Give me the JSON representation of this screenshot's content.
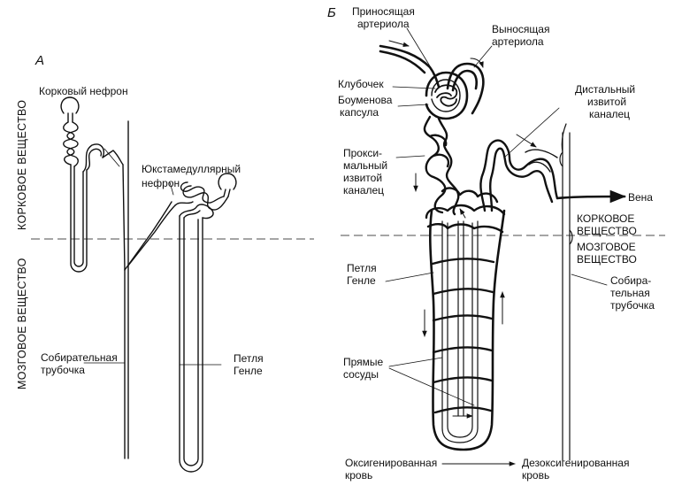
{
  "panel_a": {
    "letter": "А",
    "cortical_nephron": "Корковый нефрон",
    "juxta_line1": "Юкстамедуллярный",
    "juxta_line2": "нефрон",
    "cortex_vertical": "КОРКОВОЕ ВЕЩЕСТВО",
    "medulla_vertical": "МОЗГОВОЕ ВЕЩЕСТВО",
    "collecting_line1": "Собирательная",
    "collecting_line2": "трубочка",
    "loop_line1": "Петля",
    "loop_line2": "Генле"
  },
  "panel_b": {
    "letter": "Б",
    "afferent_line1": "Приносящая",
    "afferent_line2": "артериола",
    "efferent_line1": "Выносящая",
    "efferent_line2": "артериола",
    "glomerulus": "Клубочек",
    "bowman_line1": "Боуменова",
    "bowman_line2": "капсула",
    "proximal_line1": "Прокси-",
    "proximal_line2": "мальный",
    "proximal_line3": "извитой",
    "proximal_line4": "каналец",
    "distal_line1": "Дистальный",
    "distal_line2": "извитой",
    "distal_line3": "каналец",
    "vein": "Вена",
    "cortex_line1": "КОРКОВОЕ",
    "cortex_line2": "ВЕЩЕСТВО",
    "medulla_line1": "МОЗГОВОЕ",
    "medulla_line2": "ВЕЩЕСТВО",
    "loop_line1": "Петля",
    "loop_line2": "Генле",
    "collecting_line1": "Собира-",
    "collecting_line2": "тельная",
    "collecting_line3": "трубочка",
    "vasa_line1": "Прямые",
    "vasa_line2": "сосуды",
    "oxy_line1": "Оксигенированная",
    "oxy_line2": "кровь",
    "deoxy_line1": "Дезоксигенированная",
    "deoxy_line2": "кровь"
  }
}
